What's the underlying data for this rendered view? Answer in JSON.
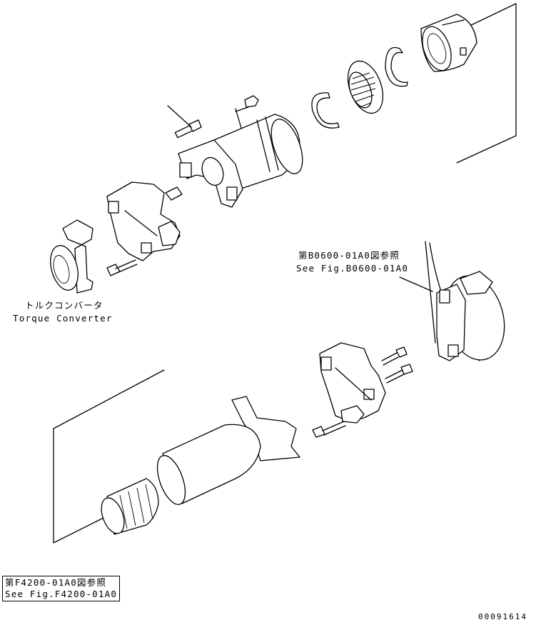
{
  "labels": {
    "torque_converter_jp": "トルクコンバータ",
    "torque_converter_en": "Torque Converter",
    "ref_b0600_jp": "第B0600-01A0図参照",
    "ref_b0600_en": "See Fig.B0600-01A0",
    "ref_f4200_jp": "第F4200-01A0図参照",
    "ref_f4200_en": "See Fig.F4200-01A0",
    "drawing_number": "00091614"
  }
}
